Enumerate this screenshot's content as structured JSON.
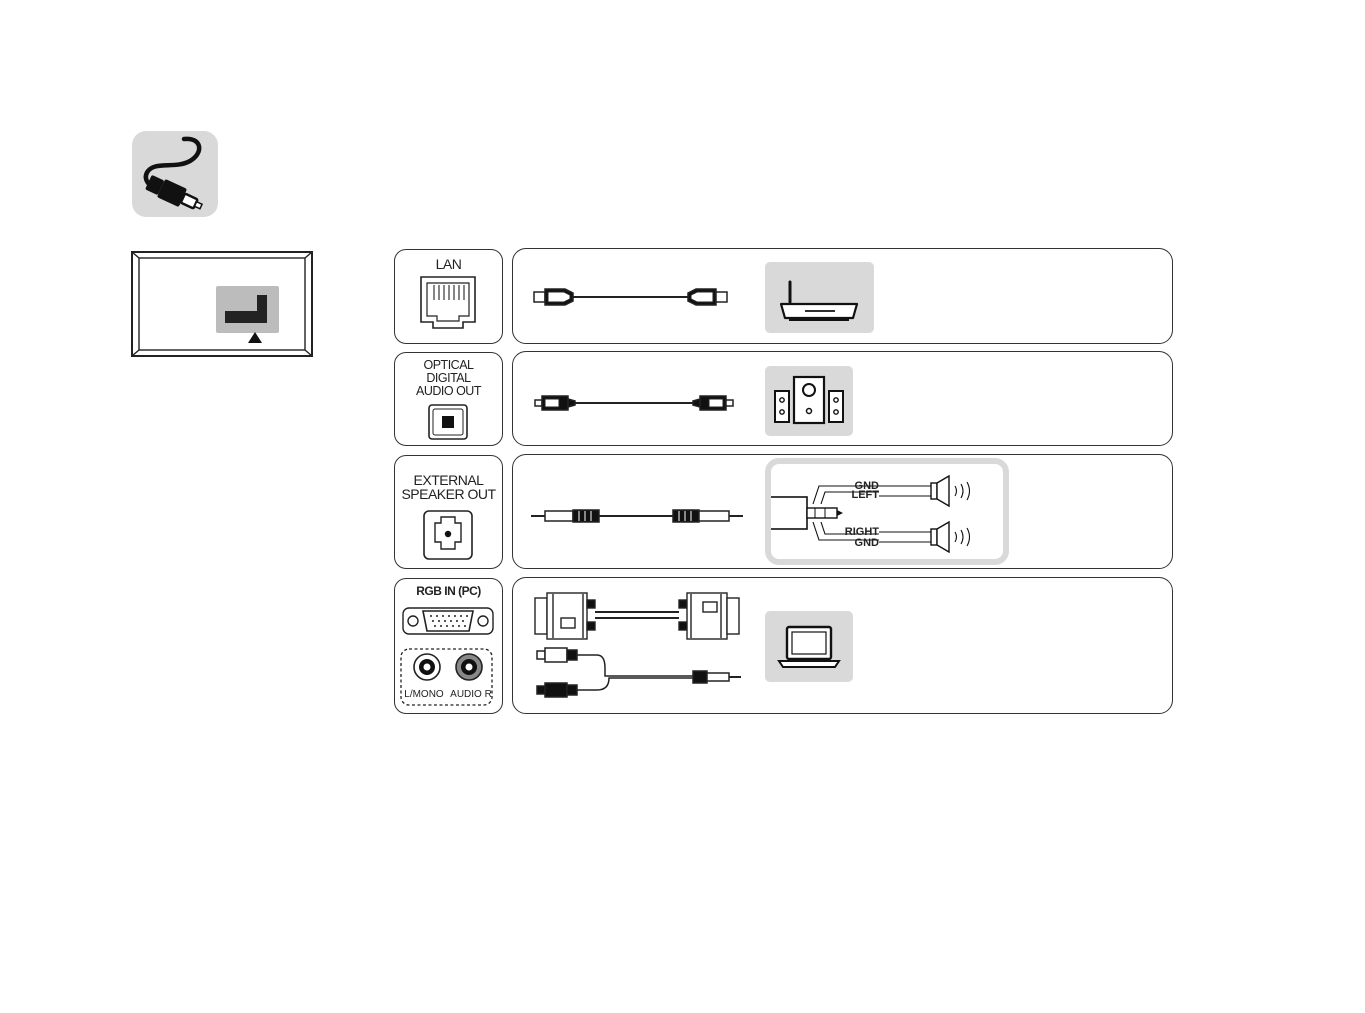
{
  "header": {
    "icon": "cable-icon"
  },
  "tv_map": {
    "icon": "tv-rear-panel-icon",
    "accent": "#bcbcbc",
    "marker": "#222222"
  },
  "rows": [
    {
      "port_label": "LAN",
      "cable_icon": "lan-cable-icon",
      "device_icon": "router-icon"
    },
    {
      "port_label": "OPTICAL\nDIGITAL\nAUDIO OUT",
      "cable_icon": "optical-cable-icon",
      "device_icon": "speaker-system-icon"
    },
    {
      "port_label": "EXTERNAL\nSPEAKER OUT",
      "cable_icon": "audio-jack-cable-icon",
      "device_icon": "speaker-wiring-icon",
      "wiring": {
        "gnd_top": "GND",
        "left": "LEFT",
        "right": "RIGHT",
        "gnd_bottom": "GND"
      }
    },
    {
      "port_label": "RGB IN (PC)",
      "cable_icon": "vga-cable-icon",
      "device_icon": "laptop-icon",
      "audio_left_label": "L/MONO",
      "audio_right_label": "AUDIO R"
    }
  ],
  "colors": {
    "outline": "#333333",
    "device_bg": "#d9d9d9",
    "dark": "#1a1a1a"
  }
}
